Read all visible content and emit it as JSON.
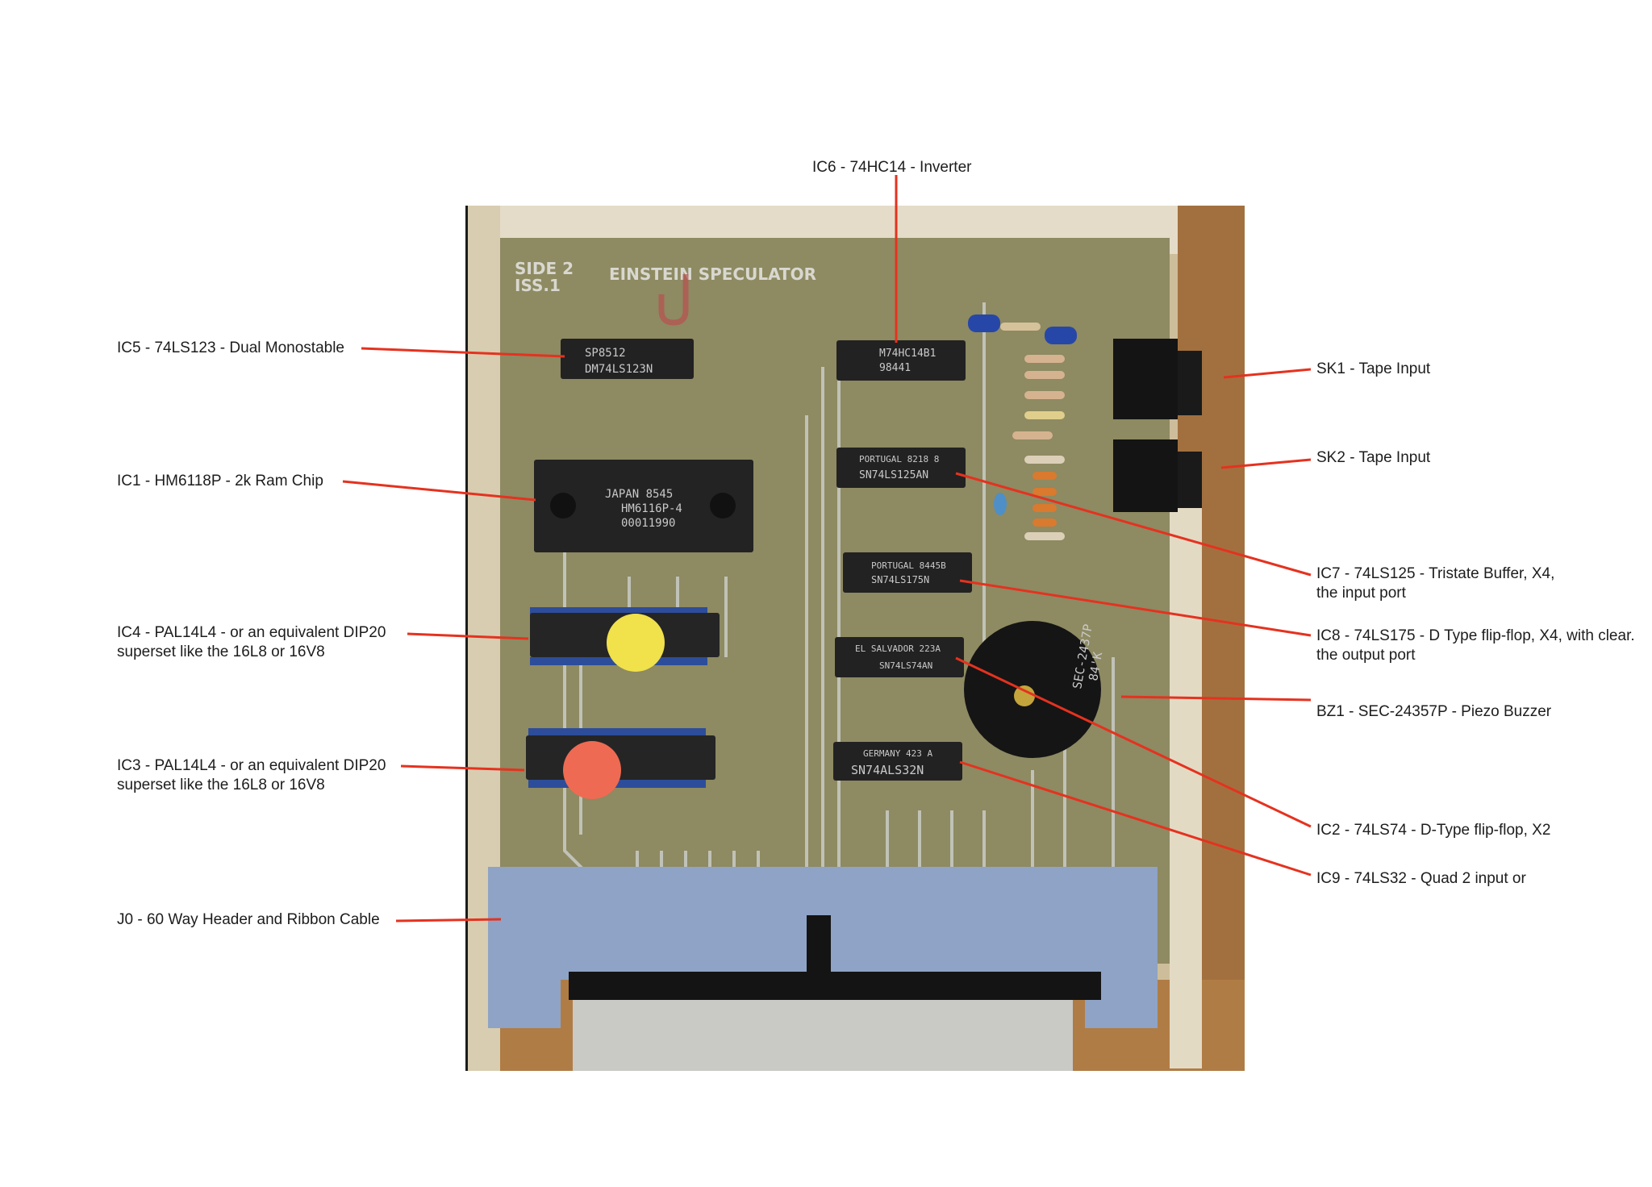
{
  "figure": {
    "type": "annotated photograph",
    "subject": "Einstein Speculator circuit board",
    "leader_color": "#e5321f"
  },
  "board_silkscreen": {
    "side": "SIDE 2",
    "issue": "ISS.1",
    "title": "EINSTEIN SPECULATOR"
  },
  "chip_markings": {
    "ic5": [
      "SP8512",
      "DM74LS123N"
    ],
    "ic1": [
      "JAPAN 8545",
      "HM6116P-4",
      "00011990"
    ],
    "ic6": [
      "M74HC14B1",
      "98441"
    ],
    "ic7": [
      "PORTUGAL 8218 8",
      "SN74LS125AN"
    ],
    "ic8": [
      "PORTUGAL 8445B",
      "SN74LS175N"
    ],
    "ic2": [
      "EL SALVADOR 223A",
      "SN74LS74AN"
    ],
    "ic9": [
      "GERMANY 423 A",
      "SN74ALS32N"
    ],
    "bz1": [
      "SEC-2437P",
      "84'K"
    ]
  },
  "dot_colors": {
    "ic4": "#f1e14a",
    "ic3": "#ef6a52"
  },
  "annotations": {
    "ic6": [
      "IC6 - 74HC14 - Inverter"
    ],
    "ic5": [
      "IC5 - 74LS123 - Dual Monostable"
    ],
    "ic1": [
      "IC1 - HM6118P - 2k Ram Chip"
    ],
    "ic4": [
      "IC4 - PAL14L4 - or an equivalent DIP20",
      "superset like the 16L8 or 16V8"
    ],
    "ic3": [
      "IC3 - PAL14L4 - or an equivalent DIP20",
      "superset like the 16L8 or 16V8"
    ],
    "j0": [
      "J0 - 60 Way Header and Ribbon Cable"
    ],
    "sk1": [
      "SK1 - Tape Input"
    ],
    "sk2": [
      "SK2 - Tape Input"
    ],
    "ic7": [
      "IC7 - 74LS125 - Tristate Buffer, X4,",
      "the input port"
    ],
    "ic8": [
      "IC8 - 74LS175 - D Type flip-flop, X4, with clear.",
      "the output port"
    ],
    "bz1": [
      "BZ1 - SEC-24357P - Piezo Buzzer"
    ],
    "ic2": [
      "IC2 - 74LS74 - D-Type flip-flop, X2"
    ],
    "ic9": [
      "IC9 - 74LS32 - Quad 2 input or"
    ]
  }
}
